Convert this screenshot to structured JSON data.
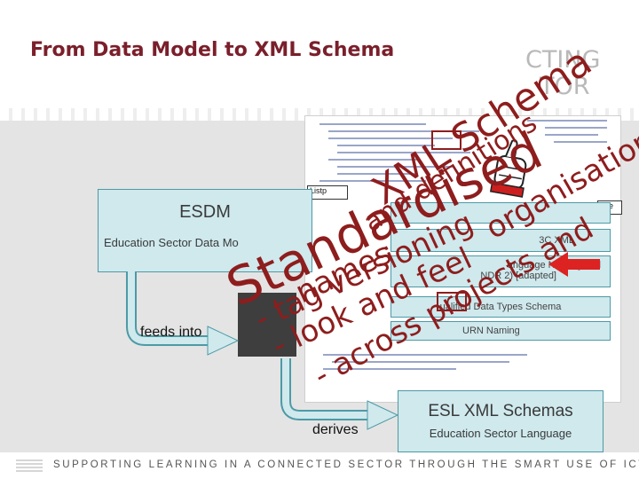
{
  "slide": {
    "title": "From Data Model to XML Schema",
    "logo_line1": "CTING",
    "logo_line2": "TOR"
  },
  "esdm": {
    "title": "ESDM",
    "subtitle": "Education Sector Data Mo"
  },
  "labels": {
    "feeds_into": "feeds into",
    "derives": "derives"
  },
  "document": {
    "box_label": "Listp",
    "box_right_label": "pde"
  },
  "spec_items": [
    {
      "text": "3C XML"
    },
    {
      "text": "anguage Naming and"
    },
    {
      "text": "NDR 2) [adapted]"
    },
    {
      "text": "ualified Data Types Schema"
    },
    {
      "text": "URN Naming"
    }
  ],
  "esl": {
    "title": "ESL XML Schemas",
    "subtitle": "Education Sector Language"
  },
  "footer": {
    "text": "SUPPORTING LEARNING IN A CONNECTED SECTOR THROUGH THE SMART USE OF ICT"
  },
  "annotations": {
    "standardised": "Standardised",
    "xml_schema": "XML Schema",
    "and_definitions": "and definitions",
    "names": "names",
    "tag_versioning": "- tag versioning",
    "look_and_feel": "- look and feel",
    "across_projects": "- across projects and",
    "organisations": "organisations",
    "color": "#8e1d1d"
  },
  "colors": {
    "title": "#7a1f2b",
    "box_fill": "#cfe9ed",
    "box_border": "#4d9aa6",
    "arrow_red": "#dd2222"
  }
}
